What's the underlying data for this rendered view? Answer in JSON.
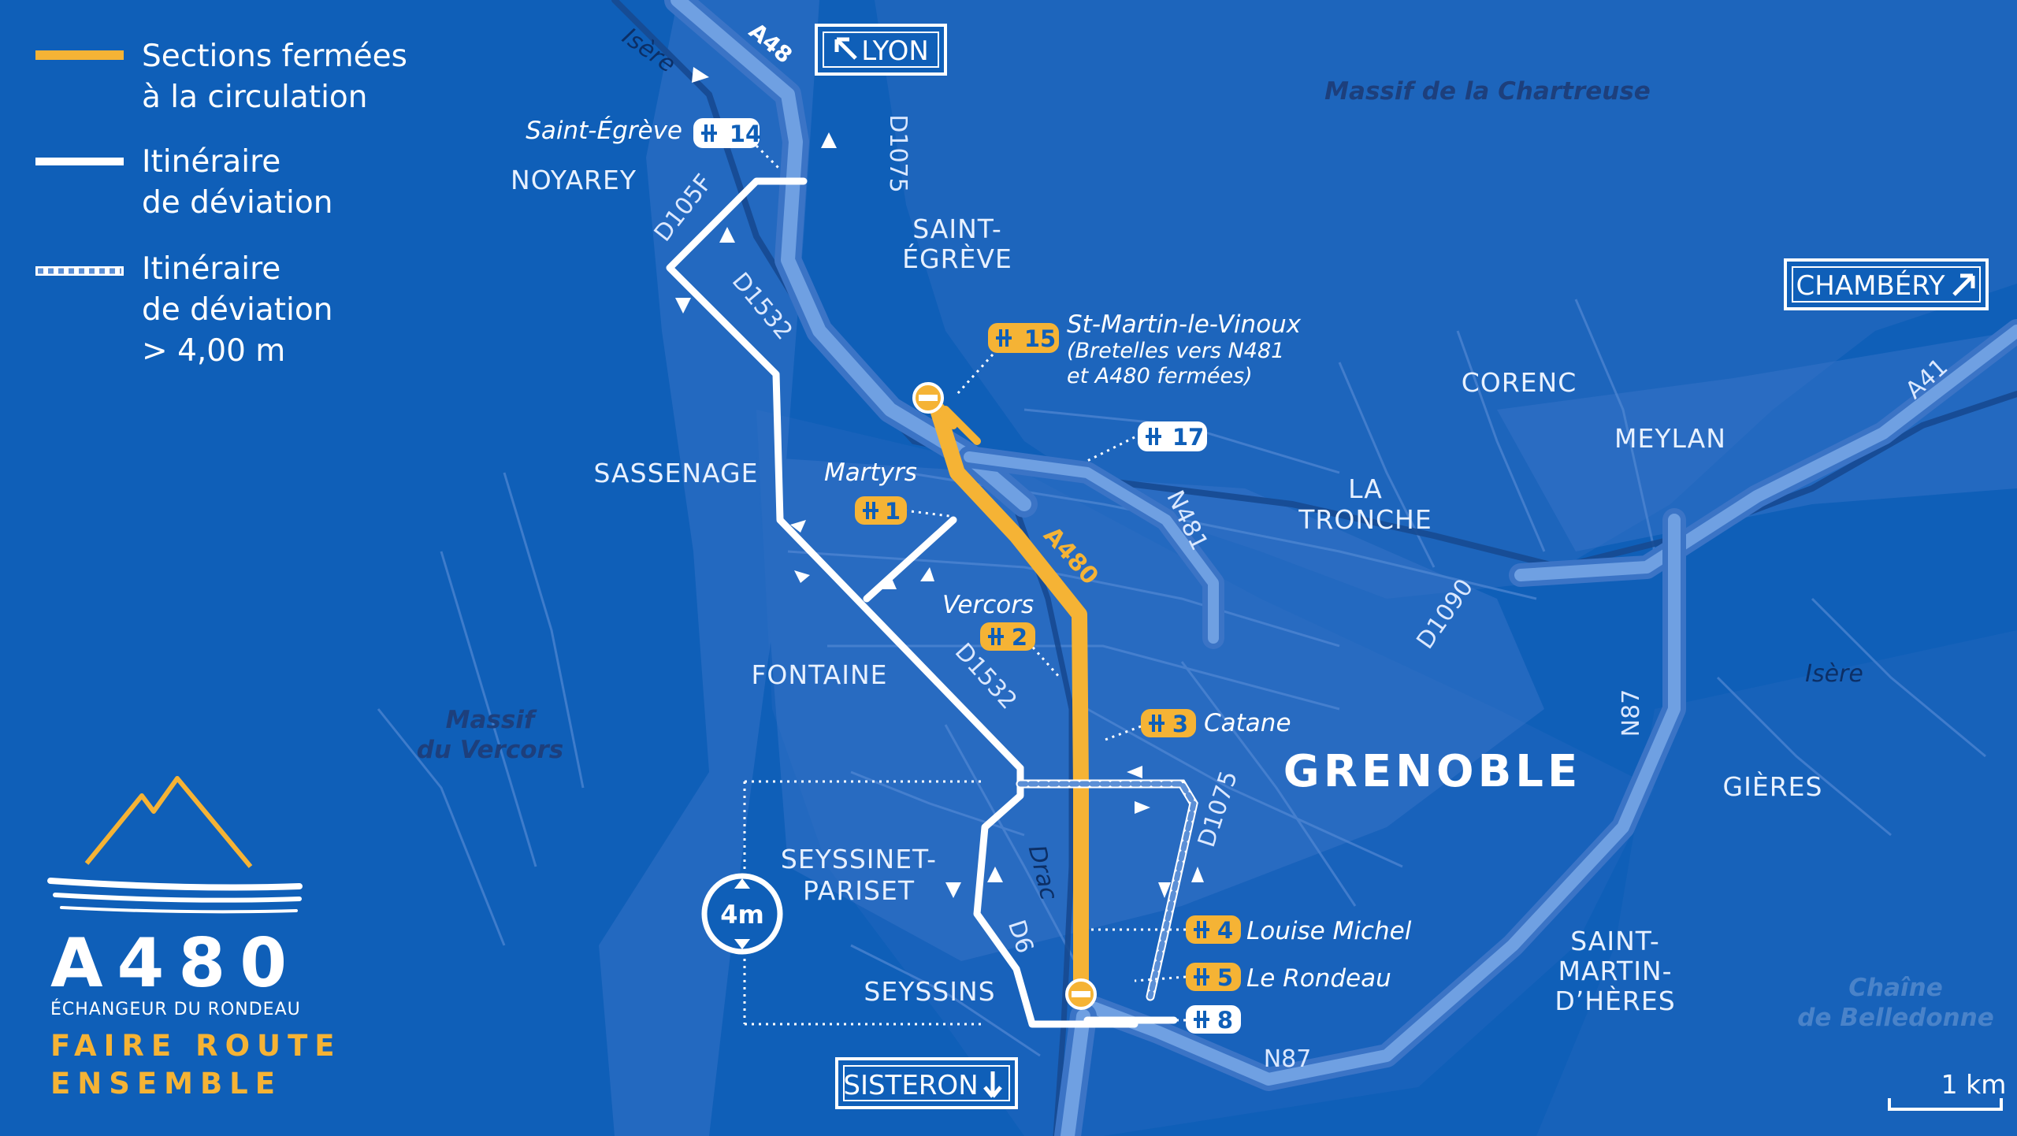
{
  "legend": {
    "closed": [
      "Sections fermées",
      "à la circulation"
    ],
    "detour": [
      "Itinéraire",
      "de déviation"
    ],
    "detour_high": [
      "Itinéraire",
      "de déviation",
      "> 4,00 m"
    ]
  },
  "directions": {
    "lyon": "LYON",
    "chambery": "CHAMBÉRY",
    "sisteron": "SISTERON"
  },
  "places": {
    "noyarey": "NOYAREY",
    "saint_egreve": [
      "SAINT-",
      "ÉGRÈVE"
    ],
    "sassenage": "SASSENAGE",
    "fontaine": "FONTAINE",
    "seyssinet": [
      "SEYSSINET-",
      "PARISET"
    ],
    "seyssins": "SEYSSINS",
    "grenoble": "GRENOBLE",
    "corenc": "CORENC",
    "meylan": "MEYLAN",
    "la_tronche": [
      "LA",
      "TRONCHE"
    ],
    "gieres": "GIÈRES",
    "smh": [
      "SAINT-",
      "MARTIN-",
      "D’HÈRES"
    ]
  },
  "massifs": {
    "chartreuse": "Massif de la Chartreuse",
    "vercors": [
      "Massif",
      "du Vercors"
    ],
    "belledonne": [
      "Chaîne",
      "de Belledonne"
    ]
  },
  "roads": {
    "a48": "A48",
    "a480": "A480",
    "a41": "A41",
    "d1075_north": "D1075",
    "d1075_south": "D1075",
    "d105f": "D105F",
    "d1532_north": "D1532",
    "d1532_south": "D1532",
    "n481": "N481",
    "d1090": "D1090",
    "n87_east": "N87",
    "n87_south": "N87",
    "d6": "D6"
  },
  "rivers": {
    "isere_west": "Isère",
    "isere_east": "Isère",
    "drac": "Drac"
  },
  "exits": [
    {
      "num": "14",
      "label": "Saint-Égrève",
      "closed": false
    },
    {
      "num": "15",
      "label": "St-Martin-le-Vinoux",
      "note": [
        "(Bretelles vers N481",
        "et A480 fermées)"
      ],
      "closed": true
    },
    {
      "num": "17",
      "label": "",
      "closed": false
    },
    {
      "num": "1",
      "label": "Martyrs",
      "closed": true
    },
    {
      "num": "2",
      "label": "Vercors",
      "closed": true
    },
    {
      "num": "3",
      "label": "Catane",
      "closed": true
    },
    {
      "num": "4",
      "label": "Louise Michel",
      "closed": true
    },
    {
      "num": "5",
      "label": "Le Rondeau",
      "closed": true
    },
    {
      "num": "8",
      "label": "",
      "closed": false
    }
  ],
  "height_limit": "4m",
  "scale_label": "1 km",
  "brand": {
    "title": "A480",
    "subtitle": "ÉCHANGEUR DU RONDEAU",
    "slogan": [
      "FAIRE ROUTE",
      "ENSEMBLE"
    ]
  },
  "colors": {
    "background": "#0f5fb8",
    "closed": "#f5b335",
    "detour": "#ffffff",
    "motorway": "#5b8fd6",
    "terrain": "#3470c4"
  }
}
